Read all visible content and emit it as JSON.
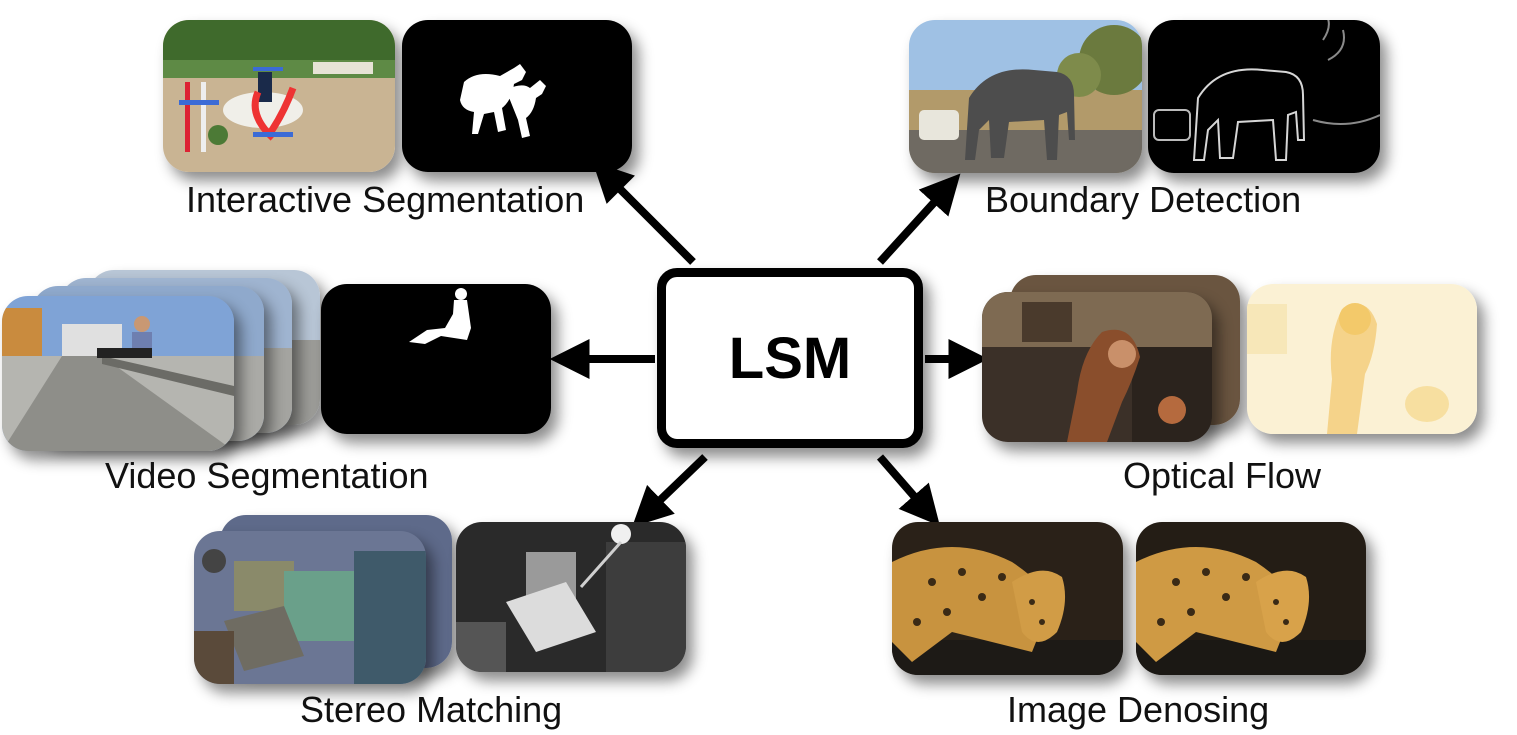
{
  "center": {
    "label": "LSM"
  },
  "tasks": {
    "interactive": {
      "label": "Interactive Segmentation"
    },
    "boundary": {
      "label": "Boundary Detection"
    },
    "video": {
      "label": "Video Segmentation"
    },
    "flow": {
      "label": "Optical Flow"
    },
    "stereo": {
      "label": "Stereo Matching"
    },
    "denoise": {
      "label": "Image Denosing"
    }
  }
}
